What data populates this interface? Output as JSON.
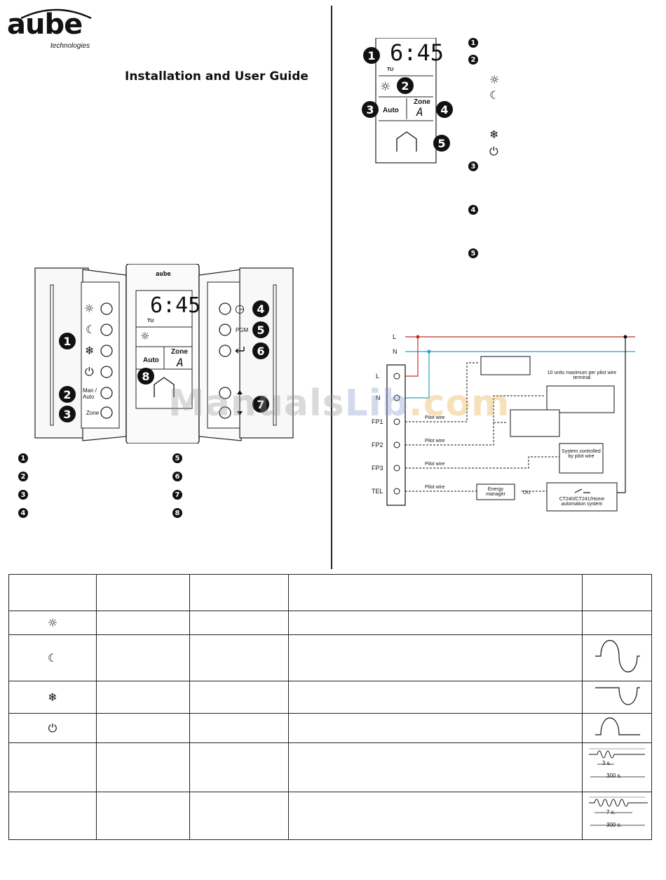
{
  "header": {
    "logo_text": "aube",
    "logo_sub": "technologies",
    "title": "Installation and User Guide"
  },
  "device": {
    "brand": "aube",
    "time": "6:45",
    "day": "TU",
    "mode_auto": "Auto",
    "zone_label": "Zone",
    "zone_value": "A",
    "left_buttons": [
      "☼",
      "☾",
      "❄",
      "⏻",
      "Man / Auto",
      "Zone"
    ],
    "right_labels": [
      "PGM"
    ],
    "callouts": [
      "1",
      "2",
      "3",
      "4",
      "5",
      "6",
      "7",
      "8"
    ]
  },
  "legend_left": [
    "1",
    "2",
    "3",
    "4"
  ],
  "legend_right": [
    "5",
    "6",
    "7",
    "8"
  ],
  "display_detail": {
    "time": "6:45",
    "day": "TU",
    "mode_auto": "Auto",
    "zone_label": "Zone",
    "zone_value": "A",
    "callouts": [
      "1",
      "2",
      "3",
      "4",
      "5"
    ]
  },
  "right_legend": {
    "items": [
      "1",
      "2",
      "3",
      "4",
      "5"
    ],
    "sub_icons": [
      "☼",
      "☾",
      "❄",
      "⏻"
    ]
  },
  "wiring": {
    "lines": [
      "L",
      "N"
    ],
    "terminals": [
      "L",
      "N",
      "FP1",
      "FP2",
      "FP3",
      "TEL"
    ],
    "pilot_wire": "Pilot wire",
    "note_10_units": "10 units maximum per pilot wire terminal",
    "system_box": "System controlled by pilot wire",
    "energy_manager": "Energy manager",
    "ou": "OU",
    "home_box": "CT240/CT241/Home automation system"
  },
  "watermark": {
    "a": "Manuals",
    "b": "Lib",
    "c": ".com"
  },
  "table": {
    "rows": [
      {
        "icon": "☼",
        "wave": "none"
      },
      {
        "icon": "☾",
        "wave": "full"
      },
      {
        "icon": "❄",
        "wave": "neg"
      },
      {
        "icon": "⏻",
        "wave": "pos"
      },
      {
        "icon": "",
        "wave": "pulse3",
        "pulse_label": "3 s.",
        "period_label": "300 s."
      },
      {
        "icon": "",
        "wave": "pulse7",
        "pulse_label": "7 s.",
        "period_label": "300 s."
      }
    ]
  }
}
